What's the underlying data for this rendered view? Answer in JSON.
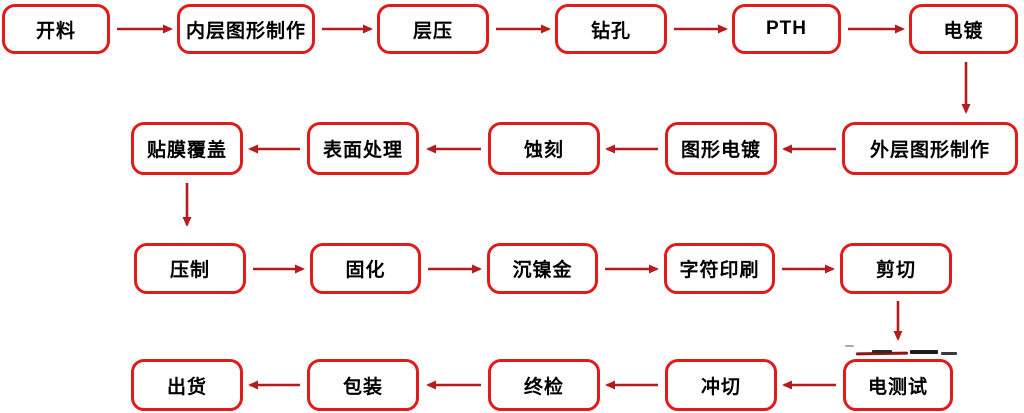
{
  "colors": {
    "box_border": "#e01b1b",
    "arrow": "#b51d1d",
    "text": "#000000",
    "background": "#ffffff"
  },
  "nodes": [
    {
      "id": "cutting",
      "label": "开料"
    },
    {
      "id": "inner-layer-pattern",
      "label": "内层图形制作"
    },
    {
      "id": "lamination",
      "label": "层压"
    },
    {
      "id": "drilling",
      "label": "钻孔"
    },
    {
      "id": "pth",
      "label": "PTH"
    },
    {
      "id": "plating",
      "label": "电镀"
    },
    {
      "id": "outer-layer-pattern",
      "label": "外层图形制作"
    },
    {
      "id": "pattern-plating",
      "label": "图形电镀"
    },
    {
      "id": "etching",
      "label": "蚀刻"
    },
    {
      "id": "surface-treatment",
      "label": "表面处理"
    },
    {
      "id": "film-covering",
      "label": "贴膜覆盖"
    },
    {
      "id": "pressing",
      "label": "压制"
    },
    {
      "id": "curing",
      "label": "固化"
    },
    {
      "id": "immersion-nickel-gold",
      "label": "沉镍金"
    },
    {
      "id": "legend-printing",
      "label": "字符印刷"
    },
    {
      "id": "shearing",
      "label": "剪切"
    },
    {
      "id": "electrical-test",
      "label": "电测试"
    },
    {
      "id": "punching",
      "label": "冲切"
    },
    {
      "id": "final-inspection",
      "label": "终检"
    },
    {
      "id": "packaging",
      "label": "包装"
    },
    {
      "id": "shipment",
      "label": "出货"
    }
  ],
  "edges": [
    {
      "from": "开料",
      "to": "内层图形制作"
    },
    {
      "from": "内层图形制作",
      "to": "层压"
    },
    {
      "from": "层压",
      "to": "钻孔"
    },
    {
      "from": "钻孔",
      "to": "PTH"
    },
    {
      "from": "PTH",
      "to": "电镀"
    },
    {
      "from": "电镀",
      "to": "外层图形制作"
    },
    {
      "from": "外层图形制作",
      "to": "图形电镀"
    },
    {
      "from": "图形电镀",
      "to": "蚀刻"
    },
    {
      "from": "蚀刻",
      "to": "表面处理"
    },
    {
      "from": "表面处理",
      "to": "贴膜覆盖"
    },
    {
      "from": "贴膜覆盖",
      "to": "压制"
    },
    {
      "from": "压制",
      "to": "固化"
    },
    {
      "from": "固化",
      "to": "沉镍金"
    },
    {
      "from": "沉镍金",
      "to": "字符印刷"
    },
    {
      "from": "字符印刷",
      "to": "剪切"
    },
    {
      "from": "剪切",
      "to": "电测试"
    },
    {
      "from": "电测试",
      "to": "冲切"
    },
    {
      "from": "冲切",
      "to": "终检"
    },
    {
      "from": "终检",
      "to": "包装"
    },
    {
      "from": "包装",
      "to": "出货"
    }
  ]
}
